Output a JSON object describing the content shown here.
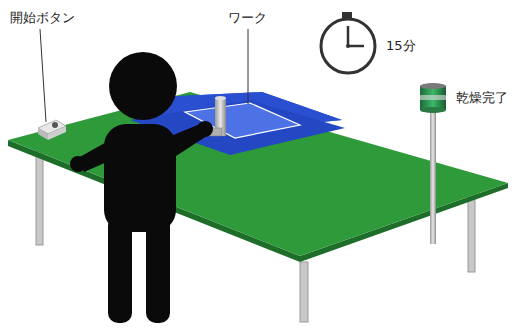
{
  "diagram": {
    "labels": [
      "開始ボタン",
      "ワーク",
      "15分",
      "乾燥完了"
    ]
  }
}
